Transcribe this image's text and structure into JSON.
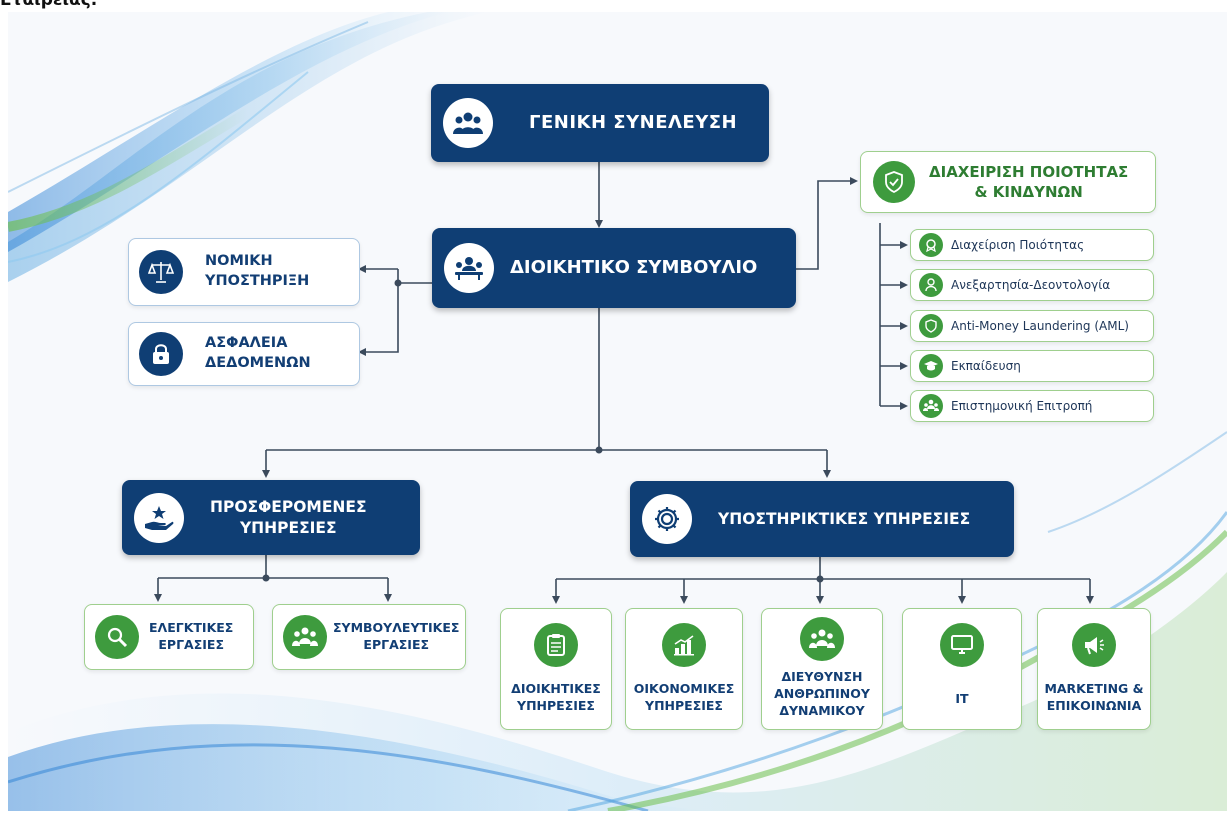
{
  "caption": "Εταιρείας.",
  "top": {
    "general_assembly": "ΓΕΝΙΚΗ ΣΥΝΕΛΕΥΣΗ",
    "board": "ΔΙΟΙΚΗΤΙΚΟ ΣΥΜΒΟΥΛΙΟ"
  },
  "left_support": {
    "legal_line1": "ΝΟΜΙΚΗ",
    "legal_line2": "ΥΠΟΣΤΗΡΙΞΗ",
    "data_line1": "ΑΣΦΑΛΕΙΑ",
    "data_line2": "ΔΕΔΟΜΕΝΩΝ"
  },
  "quality": {
    "title_line1": "ΔΙΑΧΕΙΡΙΣΗ ΠΟΙΟΤΗΤΑΣ",
    "title_line2": "& ΚΙΝΔΥΝΩΝ",
    "items": [
      "Διαχείριση Ποιότητας",
      "Ανεξαρτησία-Δεοντολογία",
      "Anti-Money Laundering (AML)",
      "Εκπαίδευση",
      "Επιστημονική Επιτροπή"
    ]
  },
  "offered": {
    "title_line1": "ΠΡΟΣΦΕΡΟΜΕΝΕΣ",
    "title_line2": "ΥΠΗΡΕΣΙΕΣ",
    "audit_line1": "ΕΛΕΓΚΤΙΚΕΣ",
    "audit_line2": "ΕΡΓΑΣΙΕΣ",
    "consult_line1": "ΣΥΜΒΟΥΛΕΥΤΙΚΕΣ",
    "consult_line2": "ΕΡΓΑΣΙΕΣ"
  },
  "supporting": {
    "title": "ΥΠΟΣΤΗΡΙΚΤΙΚΕΣ ΥΠΗΡΕΣΙΕΣ",
    "admin": [
      "ΔΙΟΙΚΗΤΙΚΕΣ",
      "ΥΠΗΡΕΣΙΕΣ"
    ],
    "finance": [
      "ΟΙΚΟΝΟΜΙΚΕΣ",
      "ΥΠΗΡΕΣΙΕΣ"
    ],
    "hr": [
      "ΔΙΕΥΘΥΝΣΗ",
      "ΑΝΘΡΩΠΙΝΟΥ",
      "ΔΥΝΑΜΙΚΟΥ"
    ],
    "it": [
      "IT"
    ],
    "marketing": [
      "MARKETING &",
      "ΕΠΙΚΟΙΝΩΝΙΑ"
    ]
  },
  "colors": {
    "navy": "#0f3e74",
    "green": "#3e9b3e",
    "line": "#3b4a5c"
  },
  "icons": {
    "general_assembly": "group-icon",
    "board": "meeting-icon",
    "legal": "scales-icon",
    "data": "lock-icon",
    "quality": "shield-check-icon",
    "offered": "hand-star-icon",
    "supporting": "gear-icon",
    "audit": "magnifier-icon",
    "consult": "people-icon",
    "admin": "clipboard-icon",
    "finance": "bar-chart-icon",
    "hr": "team-icon",
    "it": "monitor-icon",
    "marketing": "megaphone-icon"
  }
}
